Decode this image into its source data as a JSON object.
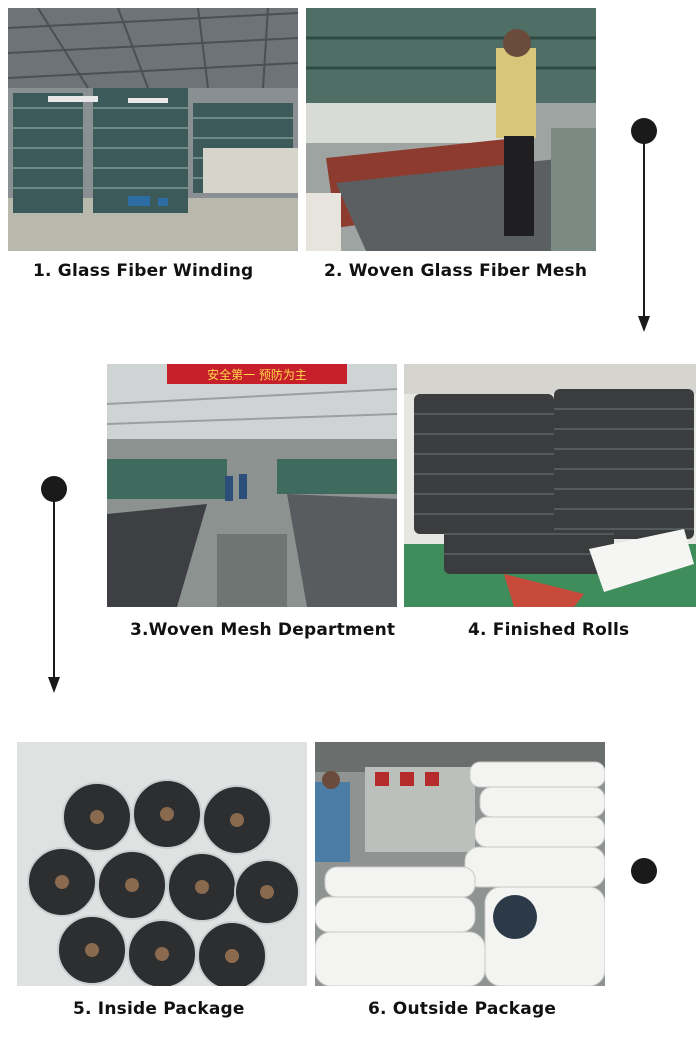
{
  "steps": [
    {
      "caption": "1. Glass Fiber Winding"
    },
    {
      "caption": "2. Woven Glass Fiber Mesh"
    },
    {
      "caption": "3.Woven Mesh Department"
    },
    {
      "caption": "4. Finished Rolls"
    },
    {
      "caption": "5. Inside Package"
    },
    {
      "caption": "6. Outside Package"
    }
  ],
  "photo3_banner": "安全第一 预防为主",
  "icons": [
    "flow-dot-icon",
    "flow-arrow-icon"
  ]
}
